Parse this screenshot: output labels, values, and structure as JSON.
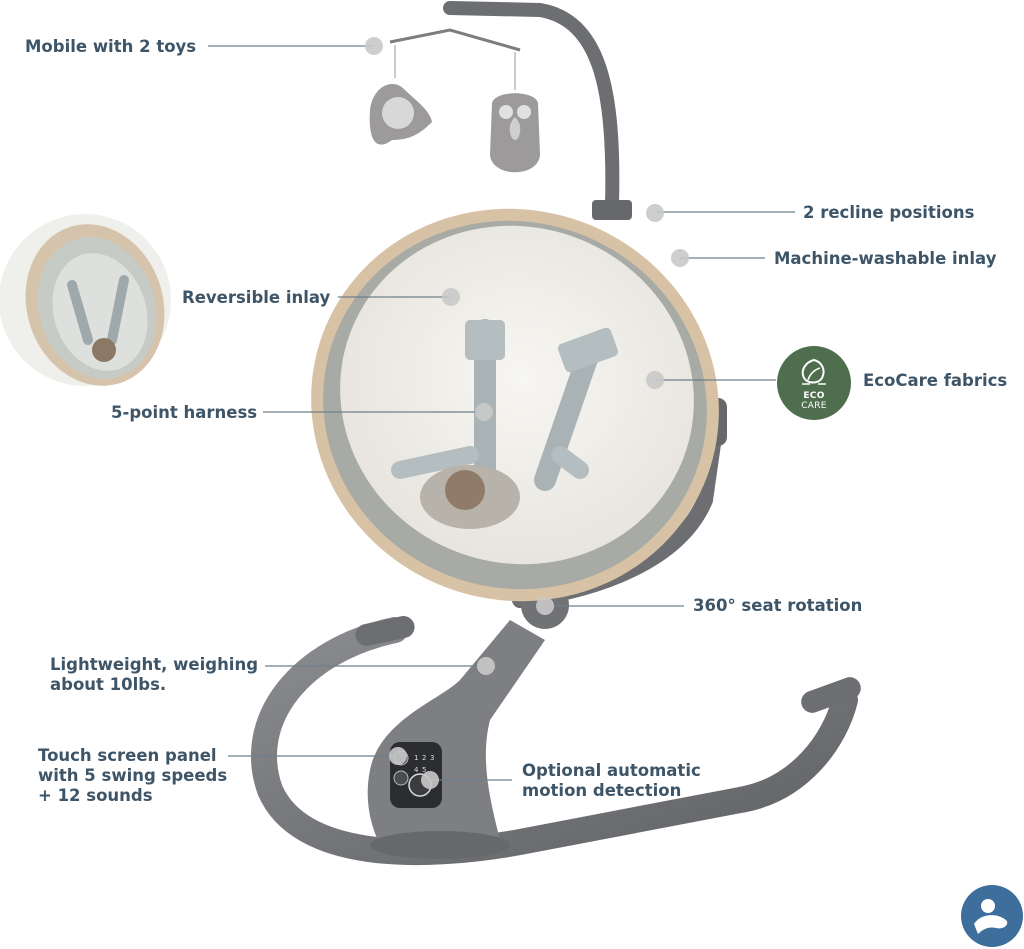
{
  "callouts": {
    "mobile": "Mobile with 2 toys",
    "recline": "2 recline positions",
    "washable": "Machine-washable inlay",
    "reversible": "Reversible inlay",
    "ecocare": "EcoCare fabrics",
    "harness": "5-point harness",
    "rotation": "360° seat rotation",
    "lightweight": "Lightweight, weighing\nabout 10lbs.",
    "touch_panel": "Touch screen panel\nwith 5 swing speeds\n+ 12 sounds",
    "motion": "Optional automatic\nmotion detection"
  },
  "eco_badge": {
    "line1": "ECO",
    "line2": "CARE",
    "color": "#4f6e4e"
  },
  "colors": {
    "label_text": "#3e5568",
    "leader_line": "#6f7f8b",
    "callout_dot": "#c9c9c9",
    "frame_gray": "#7b7d80",
    "wood_trim": "#d8c2a6",
    "fabric": "#f1efe9",
    "strap": "#a9b3b5",
    "brand_blue": "#3e6e9c"
  },
  "panel_numbers": [
    "1",
    "2",
    "3",
    "4",
    "5"
  ]
}
